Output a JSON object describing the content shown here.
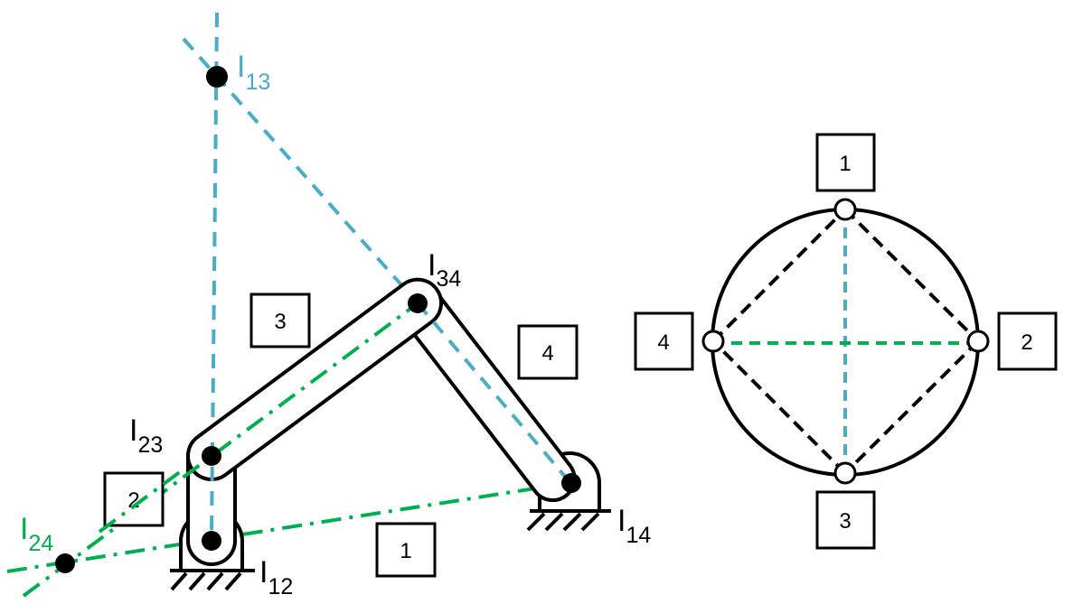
{
  "colors": {
    "blue": "#4BACC6",
    "green": "#00B050",
    "black": "#000000"
  },
  "mechanism": {
    "link_labels": [
      "1",
      "2",
      "3",
      "4"
    ],
    "instant_centers": {
      "i12": {
        "main": "I",
        "sub": "12"
      },
      "i23": {
        "main": "I",
        "sub": "23"
      },
      "i34": {
        "main": "I",
        "sub": "34"
      },
      "i14": {
        "main": "I",
        "sub": "14"
      },
      "i13": {
        "main": "I",
        "sub": "13"
      },
      "i24": {
        "main": "I",
        "sub": "24"
      }
    }
  },
  "circle_diagram": {
    "node_labels": [
      "1",
      "2",
      "3",
      "4"
    ]
  }
}
